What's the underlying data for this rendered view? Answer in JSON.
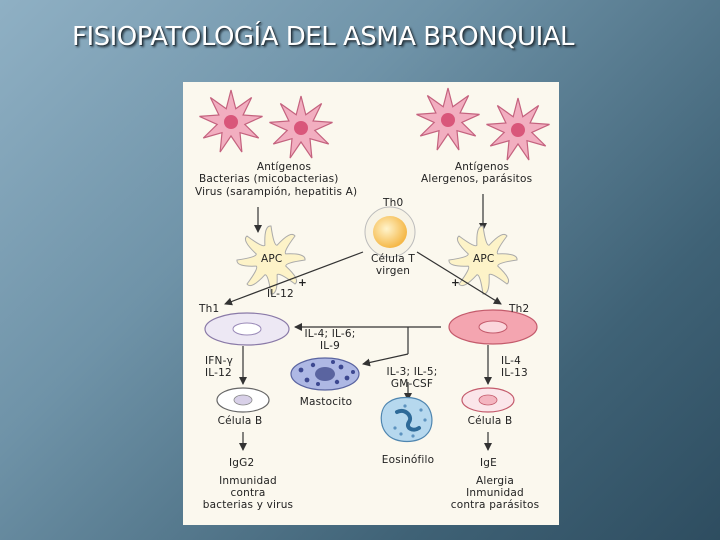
{
  "slide": {
    "title": "FISIOPATOLOGÍA DEL ASMA BRONQUIAL"
  },
  "diagram": {
    "left_antigens": {
      "title": "Antígenos",
      "line1": "Bacterias (micobacterias)",
      "line2": "Virus (sarampión, hepatitis A)"
    },
    "right_antigens": {
      "title": "Antígenos",
      "line1": "Alergenos, parásitos"
    },
    "th0": "Th0",
    "naive_t": {
      "line1": "Célula T",
      "line2": "virgen"
    },
    "apc_left": "APC",
    "apc_right": "APC",
    "plus_left": "+",
    "plus_right": "+",
    "il12": "IL-12",
    "th1": "Th1",
    "th2": "Th2",
    "th2_cytokines": {
      "line1": "IL-4; IL-6;",
      "line2": "IL-9"
    },
    "ifn": {
      "line1": "IFN-γ",
      "line2": "IL-12"
    },
    "il4_13": {
      "line1": "IL-4",
      "line2": "IL-13"
    },
    "il3_5": {
      "line1": "IL-3; IL-5;",
      "line2": "GM-CSF"
    },
    "mast_cell": "Mastocito",
    "b_cell_left": "Célula B",
    "b_cell_right": "Célula B",
    "eosinophil": "Eosinófilo",
    "igg2": "IgG2",
    "ige": "IgE",
    "th1_outcome": {
      "line1": "Inmunidad",
      "line2": "contra",
      "line3": "bacterias y virus"
    },
    "th2_outcome": {
      "line1": "Alergia",
      "line2": "Inmunidad",
      "line3": "contra parásitos"
    },
    "colors": {
      "dendritic": "#f2aec0",
      "dendritic_nucleus": "#d9567a",
      "apc": "#fdf3c8",
      "naive_t": "#fbd27a",
      "th1": "#e9e4f2",
      "th2": "#f4a5b0",
      "mast": "#aeb8e4",
      "eosinophil": "#b6d8ee",
      "background": "#fbf8ee"
    }
  }
}
